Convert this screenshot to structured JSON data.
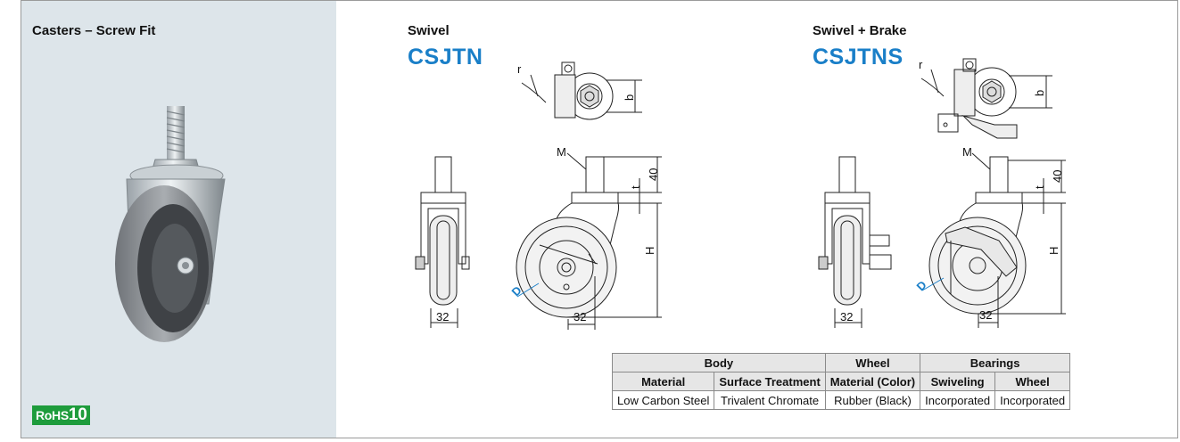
{
  "product": {
    "title": "Casters – Screw Fit",
    "badge_prefix": "RoHS",
    "badge_number": "10"
  },
  "variants": [
    {
      "label": "Swivel",
      "code": "CSJTN"
    },
    {
      "label": "Swivel + Brake",
      "code": "CSJTNS"
    }
  ],
  "drawing": {
    "dim_r": "r",
    "dim_b": "b",
    "dim_M": "M",
    "dim_t": "t",
    "dim_40": "40",
    "dim_H": "H",
    "dim_D": "D",
    "dim_32": "32"
  },
  "spec_table": {
    "group_headers": [
      "Body",
      "Wheel",
      "Bearings"
    ],
    "sub_headers": [
      "Material",
      "Surface Treatment",
      "Material (Color)",
      "Swiveling",
      "Wheel"
    ],
    "rows": [
      [
        "Low Carbon Steel",
        "Trivalent Chromate",
        "Rubber (Black)",
        "Incorporated",
        "Incorporated"
      ]
    ]
  },
  "colors": {
    "accent": "#1a7fc8",
    "rohs": "#1e9c3c",
    "panel": "#dde5ea"
  }
}
